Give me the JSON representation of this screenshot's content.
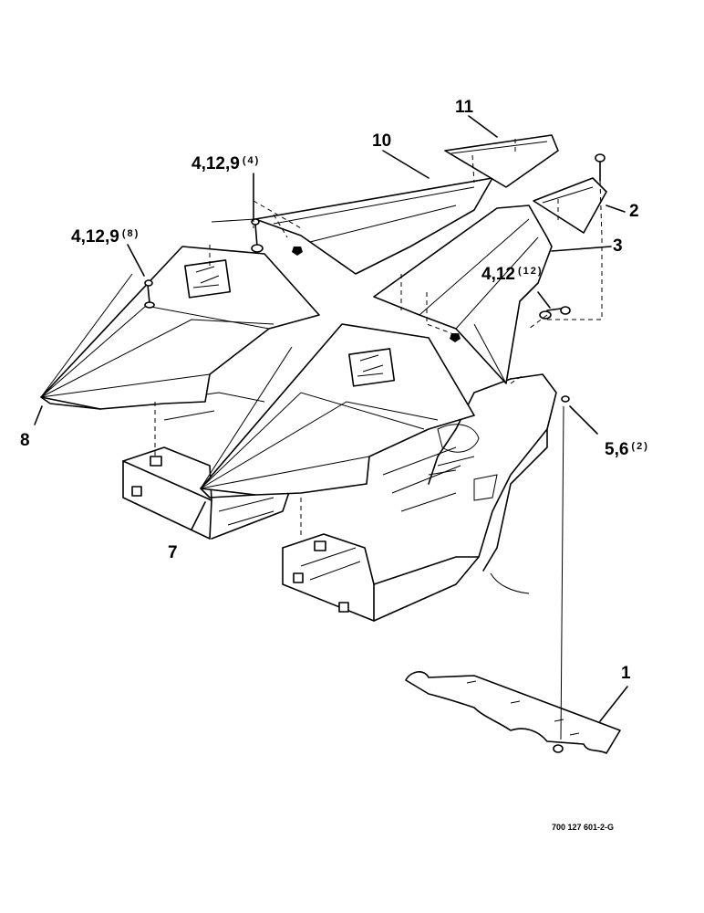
{
  "labels": [
    {
      "id": "1",
      "text": "1"
    },
    {
      "id": "2",
      "text": "2"
    },
    {
      "id": "3",
      "text": "3"
    },
    {
      "id": "4-12-12",
      "text": "4,12",
      "qty": "(12)"
    },
    {
      "id": "4-12-9-4",
      "text": "4,12,9",
      "qty": "(4)"
    },
    {
      "id": "4-12-9-8",
      "text": "4,12,9",
      "qty": "(8)"
    },
    {
      "id": "5-6-2",
      "text": "5,6",
      "qty": "(2)"
    },
    {
      "id": "7",
      "text": "7"
    },
    {
      "id": "8",
      "text": "8"
    },
    {
      "id": "10",
      "text": "10"
    },
    {
      "id": "11",
      "text": "11"
    }
  ],
  "reference": "700 127 601-2-G"
}
